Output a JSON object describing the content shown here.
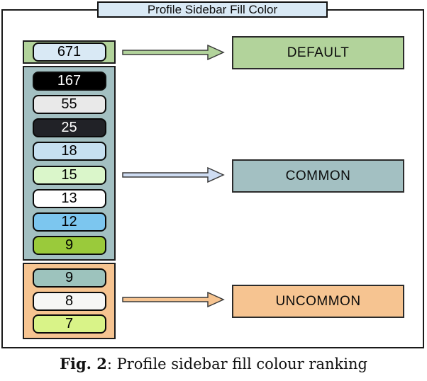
{
  "figure": {
    "title": "Profile Sidebar Fill Color",
    "caption_label": "Fig. 2",
    "caption_text": ": Profile sidebar fill colour ranking"
  },
  "sections": [
    {
      "id": "default",
      "label": "DEFAULT",
      "container_color": "#b2d39b",
      "arrow_color": "#b2d39b",
      "items": [
        {
          "value": "671",
          "fill": "#d9e9f5",
          "text_color": "#000000"
        }
      ]
    },
    {
      "id": "common",
      "label": "COMMON",
      "container_color": "#a3c0c2",
      "arrow_color": "#cedcf2",
      "items": [
        {
          "value": "167",
          "fill": "#000000",
          "text_color": "#ffffff"
        },
        {
          "value": "55",
          "fill": "#e9e9e9",
          "text_color": "#000000"
        },
        {
          "value": "25",
          "fill": "#212227",
          "text_color": "#ffffff"
        },
        {
          "value": "18",
          "fill": "#c6e0f0",
          "text_color": "#000000"
        },
        {
          "value": "15",
          "fill": "#daf6ca",
          "text_color": "#000000"
        },
        {
          "value": "13",
          "fill": "#ffffff",
          "text_color": "#000000"
        },
        {
          "value": "12",
          "fill": "#7cc6ef",
          "text_color": "#000000"
        },
        {
          "value": "9",
          "fill": "#9aca3b",
          "text_color": "#000000"
        }
      ]
    },
    {
      "id": "uncommon",
      "label": "UNCOMMON",
      "container_color": "#f6c491",
      "arrow_color": "#f6c491",
      "items": [
        {
          "value": "9",
          "fill": "#9dc3bd",
          "text_color": "#000000"
        },
        {
          "value": "8",
          "fill": "#f6f6f5",
          "text_color": "#000000"
        },
        {
          "value": "7",
          "fill": "#d9f388",
          "text_color": "#000000"
        }
      ]
    }
  ]
}
